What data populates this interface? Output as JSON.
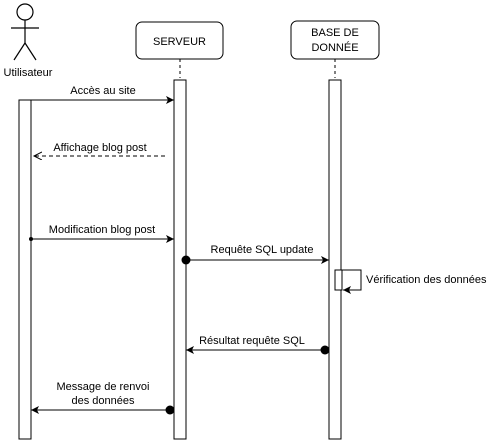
{
  "participants": {
    "user": {
      "label": "Utilisateur"
    },
    "server": {
      "label": "SERVEUR"
    },
    "database": {
      "line1": "BASE DE",
      "line2": "DONNÉE"
    }
  },
  "messages": {
    "m1": "Accès au site",
    "m2": "Affichage blog post",
    "m3": "Modification blog post",
    "m4": "Requête SQL update",
    "m5": "Vérification des données",
    "m6": "Résultat requête SQL",
    "m7_line1": "Message de renvoi",
    "m7_line2": "des données"
  },
  "colors": {
    "stroke": "#000000",
    "background": "#ffffff"
  }
}
